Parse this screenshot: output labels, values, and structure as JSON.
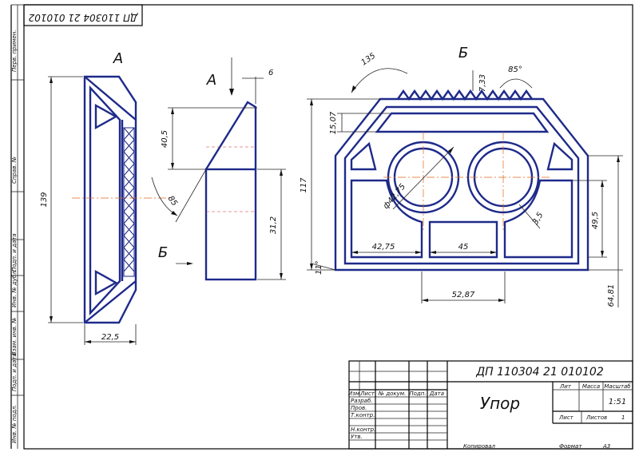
{
  "view_labels": {
    "a": "А",
    "b": "Б",
    "section_a": "А",
    "section_b": "Б"
  },
  "dims": {
    "h139": "139",
    "w22_5": "22,5",
    "d6": "6",
    "d40_5": "40,5",
    "a85": "85",
    "d31_2": "31,2",
    "a135": "135",
    "d7_33": "7,33",
    "a85b": "85°",
    "d15_07": "15,07",
    "h117": "117",
    "d42_75d": "ф42,75",
    "r3_5": "3,5",
    "d42_75": "42,75",
    "d45": "45",
    "d52_87": "52,87",
    "d49_5": "49,5",
    "d64_81": "64,81",
    "a11": "11°"
  },
  "title_block": {
    "code": "ДП 110304 21 010102",
    "code_rot": "ДП 110304 21 010102",
    "name": "Упор",
    "lit": "Лит",
    "mass": "Масса",
    "scale": "Масштаб",
    "scale_val": "1:51",
    "sheet": "Лист",
    "sheets": "Листов",
    "sheets_val": "1",
    "col_izm": "Изм",
    "col_list": "Лист",
    "col_doc": "№ докум.",
    "col_sign": "Подп.",
    "col_date": "Дата",
    "row_razrab": "Разраб.",
    "row_prov": "Пров.",
    "row_tkontr": "Т.контр.",
    "row_nkontr": "Н.контр.",
    "row_utv": "Утв.",
    "copied": "Копировал",
    "format": "Формат",
    "format_val": "А3"
  },
  "left_strip": [
    "Перв. примен.",
    "Справ. №",
    "Подп. и дата",
    "Инв. № дубл.",
    "Взам. инв. №",
    "Подп. и дата",
    "Инв. № подл."
  ]
}
